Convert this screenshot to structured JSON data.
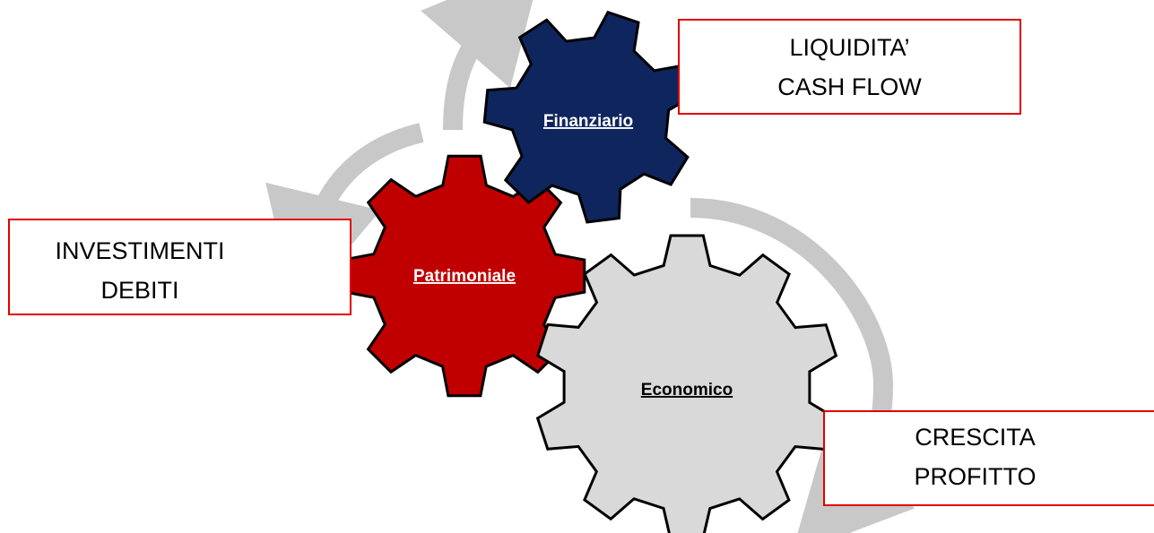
{
  "gears": {
    "finanziario": {
      "label": "Finanziario",
      "fill": "#0f255e",
      "text_color": "#ffffff"
    },
    "patrimoniale": {
      "label": "Patrimoniale",
      "fill": "#c00000",
      "text_color": "#ffffff"
    },
    "economico": {
      "label": "Economico",
      "fill": "#d9d9d9",
      "text_color": "#000000"
    }
  },
  "boxes": {
    "liquidita": {
      "line1": "LIQUIDITA’",
      "line2": "CASH FLOW"
    },
    "investimenti": {
      "line1": "INVESTIMENTI",
      "line2": "DEBITI"
    },
    "crescita": {
      "line1": "CRESCITA",
      "line2": "PROFITTO"
    }
  },
  "colors": {
    "box_border": "#e00000",
    "arrow": "#c8c8c8",
    "gear_outline": "#000000"
  }
}
